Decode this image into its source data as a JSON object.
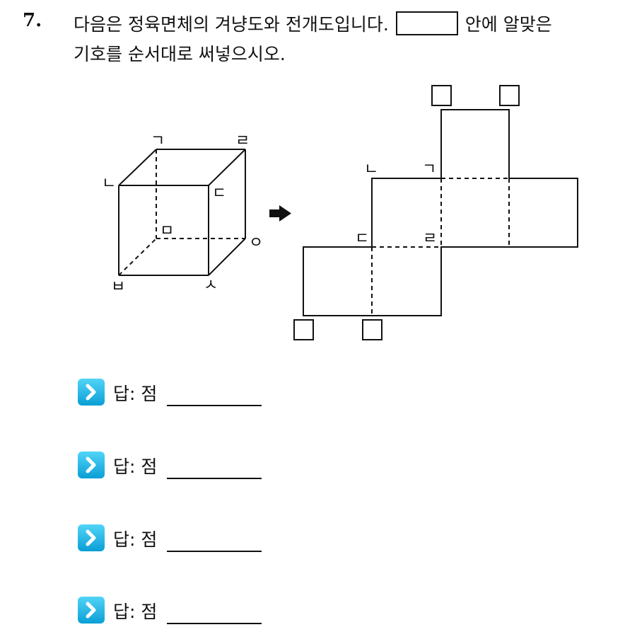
{
  "question": {
    "number": "7.",
    "line1_before": "다음은 정육면체의 겨냥도와 전개도입니다.",
    "line1_after": "안에 알맞은",
    "line2": "기호를 순서대로 써넣으시오."
  },
  "cube_labels": {
    "g": "ㄱ",
    "r": "ㄹ",
    "n": "ㄴ",
    "d": "ㄷ",
    "m": "ㅁ",
    "o": "ㅇ",
    "b": "ㅂ",
    "s": "ㅅ"
  },
  "net_labels": {
    "n": "ㄴ",
    "g": "ㄱ",
    "d": "ㄷ",
    "r": "ㄹ"
  },
  "answers": [
    {
      "label": "답: 점"
    },
    {
      "label": "답: 점"
    },
    {
      "label": "답: 점"
    },
    {
      "label": "답: 점"
    }
  ]
}
